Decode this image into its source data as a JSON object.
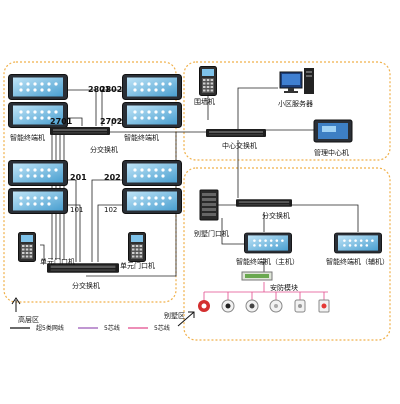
{
  "left_zone": {
    "rooms": {
      "r2801": "2801",
      "r2802": "2802",
      "r2701": "2701",
      "r2702": "2702",
      "r201": "201",
      "r202": "202",
      "r101": "101",
      "r102": "102"
    },
    "terminal_label_left": "智能终端机",
    "terminal_label_right": "智能终端机",
    "upper_switch": "分交换机",
    "lower_switch": "分交换机",
    "unit_door_left": "单元门口机",
    "unit_door_right": "单元门口机",
    "zone_name": "高层区"
  },
  "top_right_zone": {
    "wall_unit": "围墙机",
    "server": "小区服务器",
    "central_switch": "中心交换机",
    "mgmt_pc": "管理中心机"
  },
  "villa_zone": {
    "switch": "分交换机",
    "villa_door": "别墅门口机",
    "terminal_main": "智能终端机（主机）",
    "terminal_sub": "智能终端机（辅机）",
    "security_module": "安防模块",
    "zone_name": "别墅区"
  },
  "legend": {
    "item1": "超5类网线",
    "item2": "5芯线",
    "item3": "5芯线"
  },
  "colors": {
    "zone_border": "#f0b04a",
    "link": "#222222",
    "legend_black": "#111111",
    "legend_purple": "#9b59b6",
    "legend_pink": "#e24a8c"
  }
}
